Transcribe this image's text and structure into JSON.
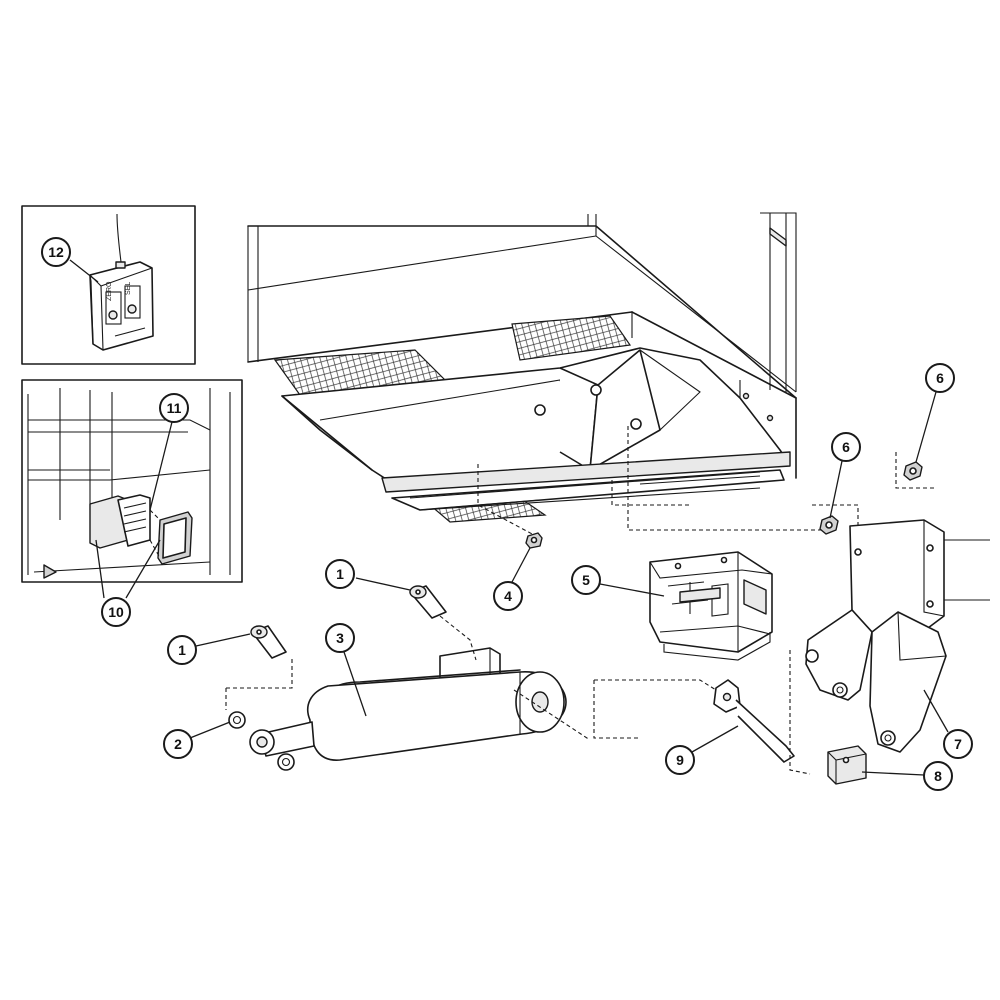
{
  "callouts": [
    {
      "id": "c12",
      "label": "12"
    },
    {
      "id": "c11",
      "label": "11"
    },
    {
      "id": "c10",
      "label": "10"
    },
    {
      "id": "c1a",
      "label": "1"
    },
    {
      "id": "c1b",
      "label": "1"
    },
    {
      "id": "c2",
      "label": "2"
    },
    {
      "id": "c3",
      "label": "3"
    },
    {
      "id": "c4",
      "label": "4"
    },
    {
      "id": "c5",
      "label": "5"
    },
    {
      "id": "c6a",
      "label": "6"
    },
    {
      "id": "c6b",
      "label": "6"
    },
    {
      "id": "c7",
      "label": "7"
    },
    {
      "id": "c8",
      "label": "8"
    },
    {
      "id": "c9",
      "label": "9"
    }
  ],
  "pendant": {
    "button_left": "ZERO",
    "button_right": "SEL"
  },
  "colors": {
    "line": "#1a1a1a",
    "background": "#ffffff",
    "shade": "#e9e9e9"
  }
}
